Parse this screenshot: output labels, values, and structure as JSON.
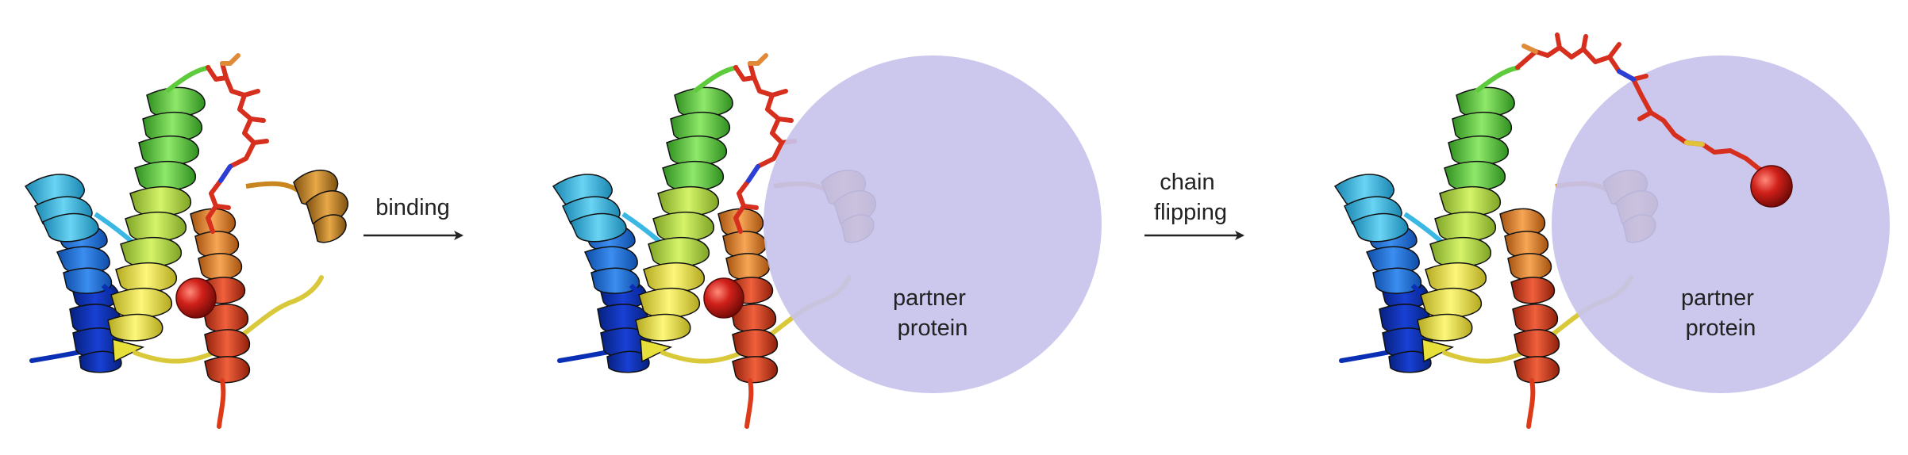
{
  "steps": [
    {
      "arrow_label": [
        "binding"
      ]
    },
    {
      "arrow_label": [
        "chain",
        "flipping"
      ]
    }
  ],
  "partner_label": [
    "partner",
    "protein"
  ],
  "colors": {
    "partner_disc": "#c8c3ec",
    "arrow": "#222222",
    "ligand": "#d62f1e",
    "ion_sphere": "#d0201a",
    "helix_blue_dark": "#0a2fb5",
    "helix_blue": "#1f6fd9",
    "helix_cyan": "#3ab7e2",
    "helix_green": "#5ecb3d",
    "helix_lime": "#b9e044",
    "helix_yellow": "#f3ee45",
    "helix_orange": "#ef8a23",
    "helix_red": "#de3a1a",
    "helix_brown": "#c9861f"
  }
}
